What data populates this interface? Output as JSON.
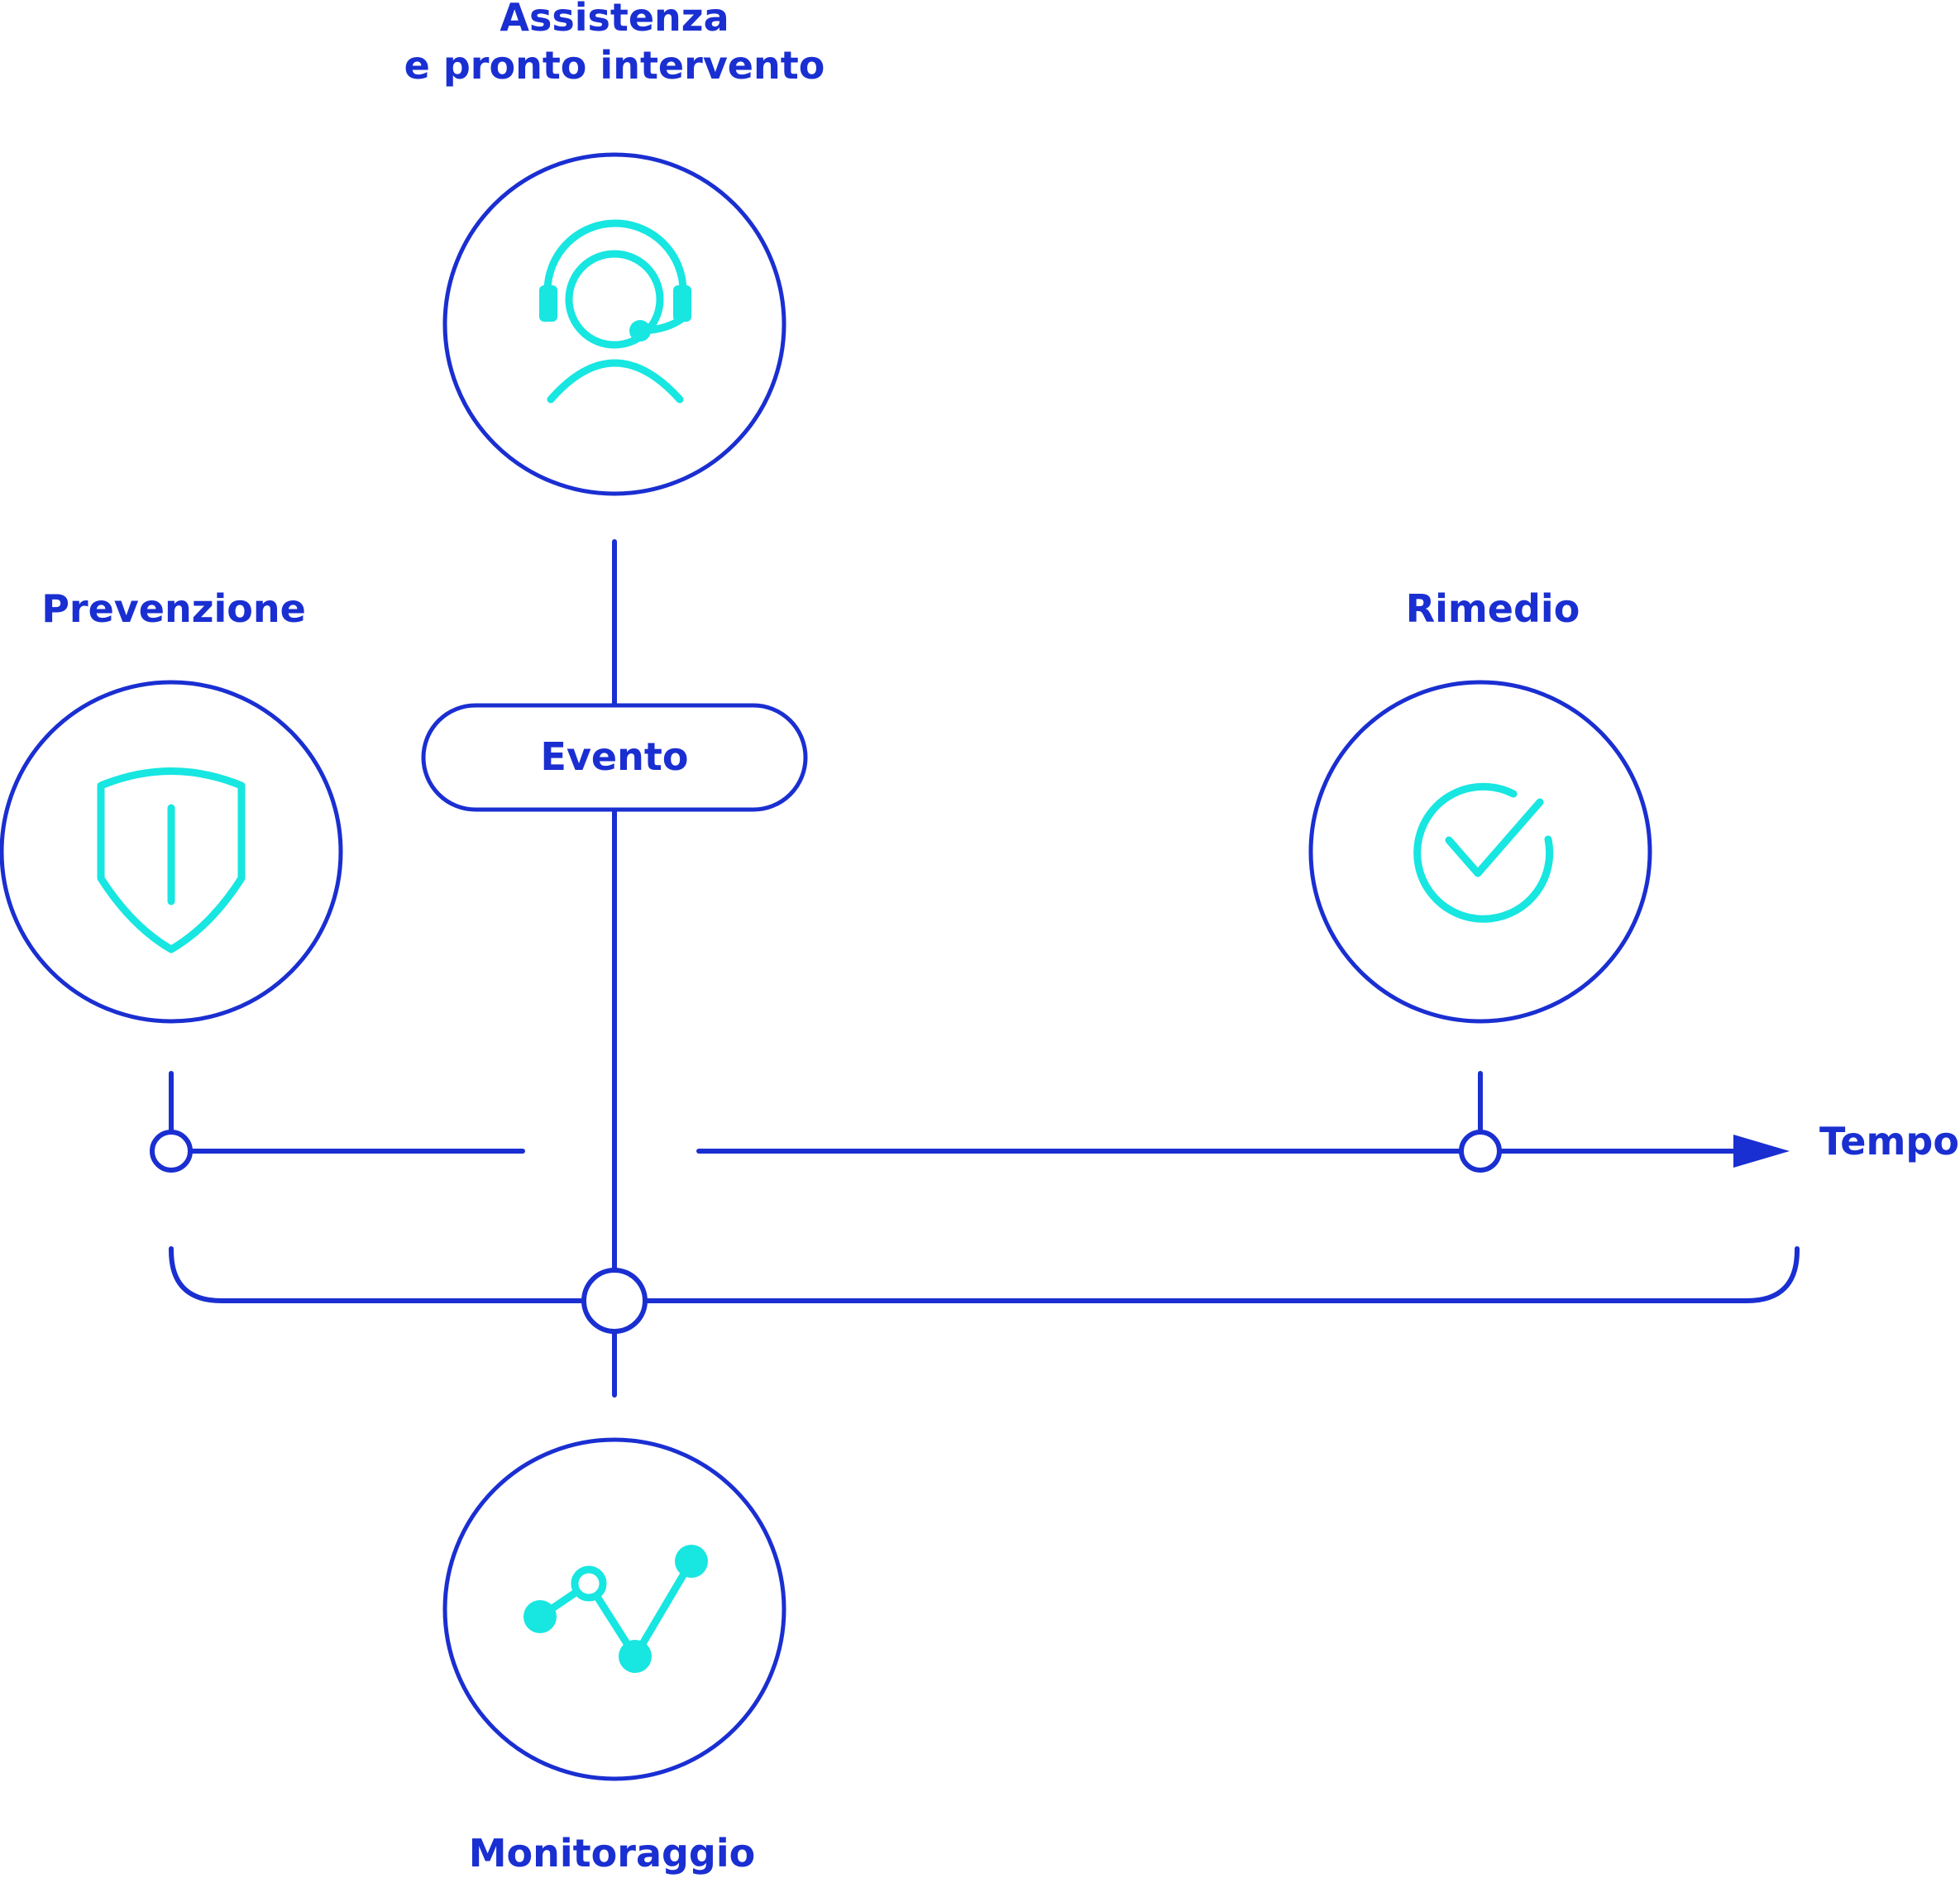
{
  "labels": {
    "assistenza_line1": "Assistenza",
    "assistenza_line2": "e pronto intervento",
    "prevenzione": "Prevenzione",
    "rimedio": "Rimedio",
    "evento": "Evento",
    "tempo": "Tempo",
    "monitoraggio": "Monitoraggio"
  },
  "colors": {
    "primary": "#1a2fd1",
    "accent": "#17e6e1",
    "background": "#ffffff"
  },
  "icons": {
    "assistenza": "headset-operator-icon",
    "prevenzione": "shield-icon",
    "rimedio": "check-circle-icon",
    "monitoraggio": "line-graph-icon"
  }
}
